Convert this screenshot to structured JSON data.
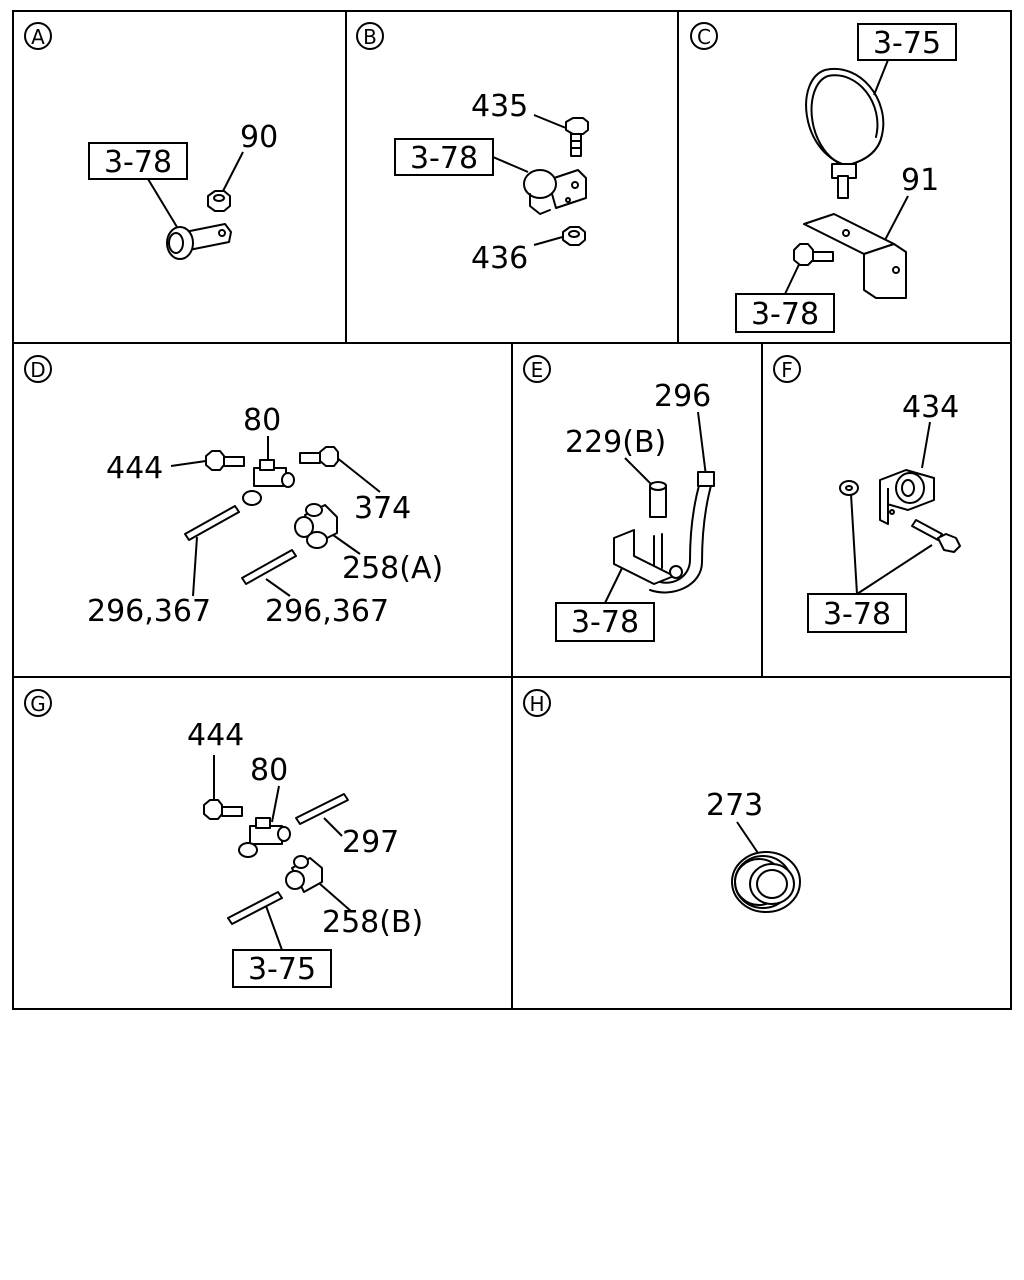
{
  "panels": [
    {
      "letter": "A",
      "labels": [
        "3-78",
        "90"
      ]
    },
    {
      "letter": "B",
      "labels": [
        "435",
        "3-78",
        "436"
      ]
    },
    {
      "letter": "C",
      "labels": [
        "3-75",
        "91",
        "3-78"
      ]
    },
    {
      "letter": "D",
      "labels": [
        "80",
        "444",
        "374",
        "258(A)",
        "296,367",
        "296,367"
      ]
    },
    {
      "letter": "E",
      "labels": [
        "296",
        "229(B)",
        "3-78"
      ]
    },
    {
      "letter": "F",
      "labels": [
        "434",
        "3-78"
      ]
    },
    {
      "letter": "G",
      "labels": [
        "444",
        "80",
        "297",
        "258(B)",
        "3-75"
      ]
    },
    {
      "letter": "H",
      "labels": [
        "273"
      ]
    }
  ]
}
